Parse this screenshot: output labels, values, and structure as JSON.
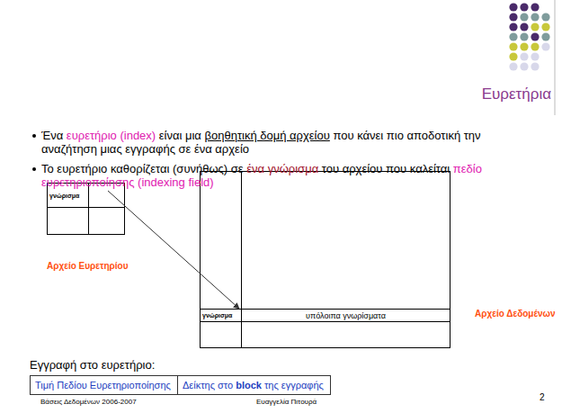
{
  "diagram": {
    "title": "Ευρετήρια",
    "nodes": [
      {
        "text": [
          "γνώρισμα"
        ]
      },
      {
        "text": [
          "γνώρισμα"
        ]
      },
      {
        "text": [
          "υπόλοιπα γνωρίσματα"
        ]
      },
      {
        "text": [
          "Τιμή Πεδίου Ευρετηριοποίησης"
        ]
      },
      {
        "text": [
          "Δείκτης στο",
          "block",
          "της εγγραφής"
        ]
      }
    ],
    "edges": [
      {
        "from": 0,
        "to": 1,
        "arrow": "to"
      }
    ],
    "labels": [
      "Ένα",
      "ευρετήριο (index)",
      "είναι μια",
      "βοηθητική δομή αρχείου",
      "που κάνει πιο αποδοτική την αναζήτηση μιας εγγραφής σε ένα αρχείο",
      "Το ευρετήριο καθορίζεται (συνήθως) σε",
      "ένα γνώρισμα",
      "του αρχείου που καλείται",
      "πεδίο ευρετηριοποίησης (indexing field)",
      "Αρχείο Ευρετηρίου",
      "Αρχείο Δεδομένων",
      "Εγγραφή στο ευρετήριο:",
      "Βάσεις Δεδομένων 2006-2007",
      "Ευαγγελία Πιτουρά",
      "2"
    ]
  }
}
